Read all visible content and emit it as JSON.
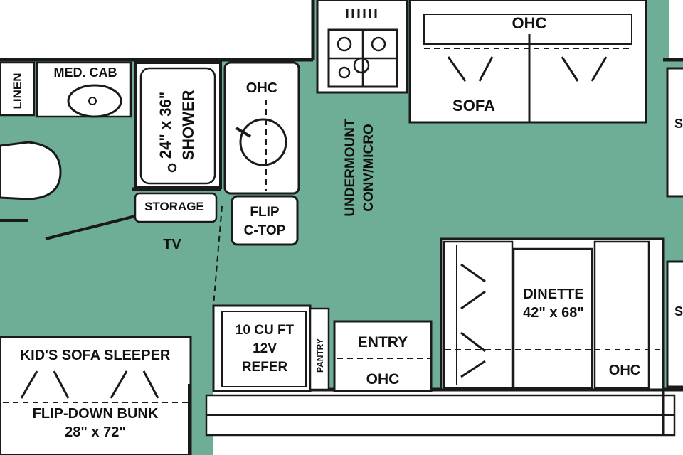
{
  "colors": {
    "floor": "#6fae96",
    "wall": "#1a1a1a",
    "cabinet": "#ffffff",
    "ink": "#111111"
  },
  "labels": {
    "linen": "LINEN",
    "med_cab": "MED. CAB",
    "shower_size": "24\" x 36\"",
    "shower": "SHOWER",
    "storage": "STORAGE",
    "tv": "TV",
    "ohc_bath": "OHC",
    "flip": "FLIP",
    "ctop": "C-TOP",
    "undermount": "UNDERMOUNT",
    "conv_micro": "CONV/MICRO",
    "ohc_sofa": "OHC",
    "sofa": "SOFA",
    "dinette": "DINETTE",
    "dinette_size": "42\" x 68\"",
    "ohc_dinette": "OHC",
    "refer_1": "10 CU FT",
    "refer_2": "12V",
    "refer_3": "REFER",
    "pantry": "PANTRY",
    "entry": "ENTRY",
    "ohc_entry": "OHC",
    "kids_sofa": "KID'S SOFA SLEEPER",
    "flip_bunk": "FLIP-DOWN BUNK",
    "bunk_size": "28\" x 72\"",
    "side_s1": "S",
    "side_s2": "S"
  },
  "icons": [
    "stove-icon",
    "sink-icon",
    "toilet-icon",
    "vent-icon"
  ]
}
